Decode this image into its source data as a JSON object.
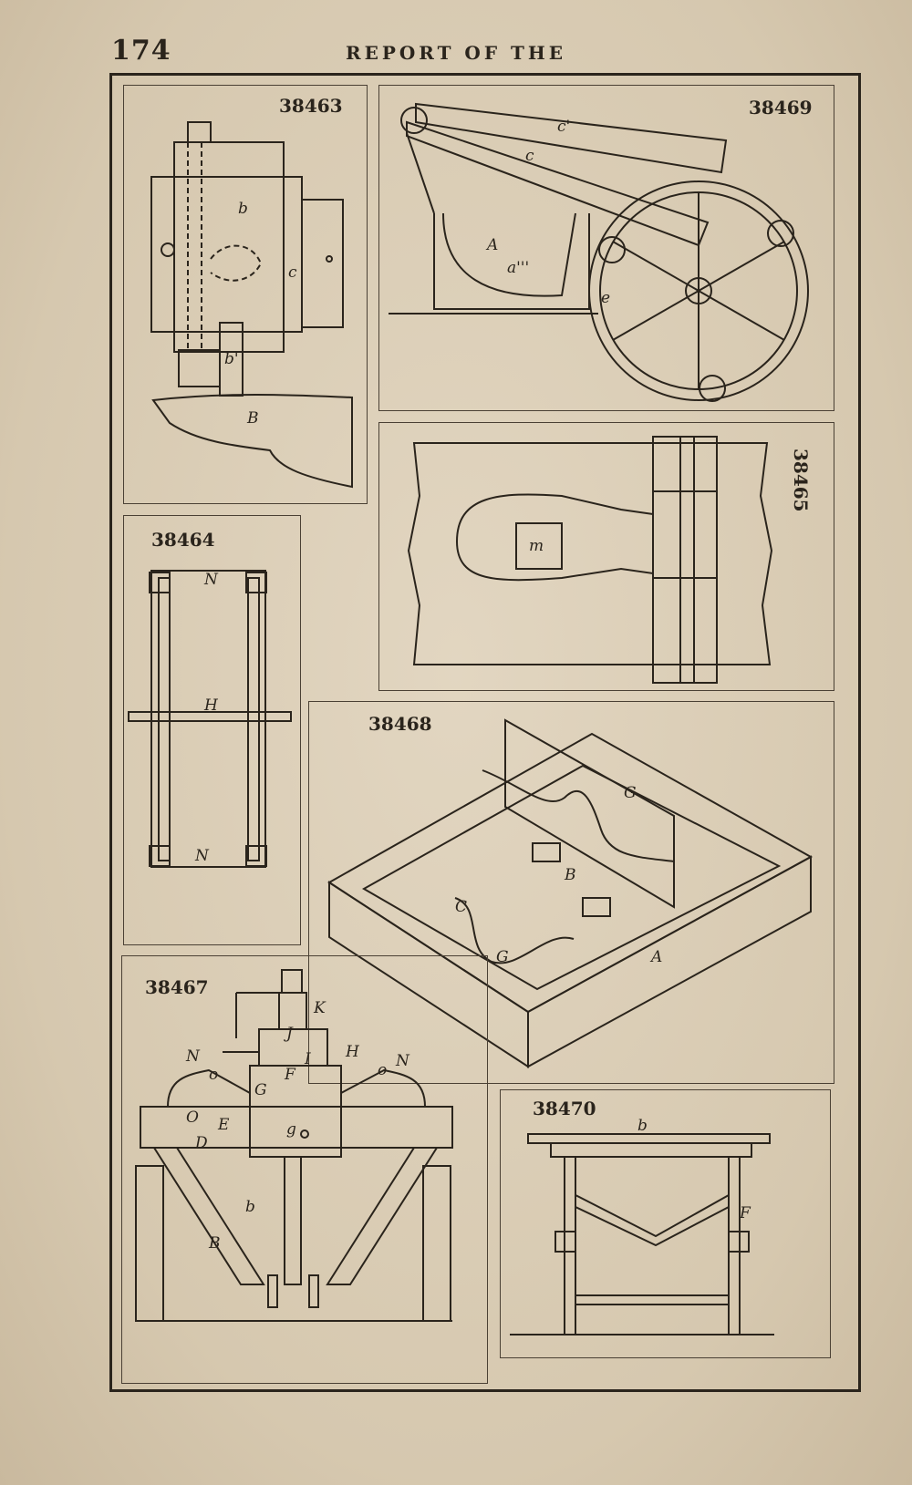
{
  "header": {
    "page_number": "174",
    "running_title": "REPORT OF THE"
  },
  "figures": [
    {
      "id": "fig-38463",
      "number": "38463",
      "labels": [
        "b",
        "c",
        "b'",
        "B"
      ]
    },
    {
      "id": "fig-38469",
      "number": "38469",
      "labels": [
        "c'",
        "c",
        "A",
        "a'''",
        "e"
      ]
    },
    {
      "id": "fig-38465",
      "number": "38465",
      "labels": [
        "m"
      ]
    },
    {
      "id": "fig-38464",
      "number": "38464",
      "labels": [
        "N",
        "H",
        "N"
      ]
    },
    {
      "id": "fig-38468",
      "number": "38468",
      "labels": [
        "G",
        "B",
        "C",
        "G",
        "A"
      ]
    },
    {
      "id": "fig-38467",
      "number": "38467",
      "labels": [
        "K",
        "J",
        "H",
        "N",
        "o",
        "I",
        "o",
        "N",
        "F",
        "G",
        "O",
        "E",
        "g",
        "D",
        "b",
        "B"
      ]
    },
    {
      "id": "fig-38470",
      "number": "38470",
      "labels": [
        "b",
        "F"
      ]
    }
  ],
  "colors": {
    "ink": "#2a241c",
    "paper": "#e2d6c1"
  }
}
